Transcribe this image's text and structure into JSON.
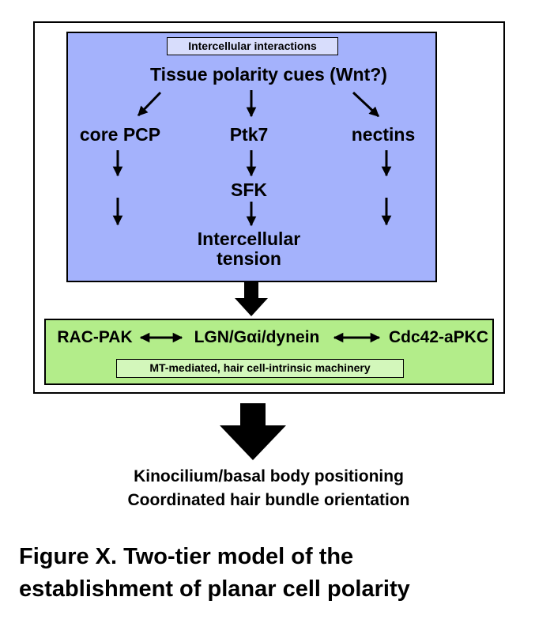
{
  "tier1": {
    "header": "Intercellular interactions",
    "cues": "Tissue polarity cues (Wnt?)",
    "core_pcp": "core PCP",
    "ptk7": "Ptk7",
    "nectins": "nectins",
    "sfk": "SFK",
    "tension_line1": "Intercellular",
    "tension_line2": "tension"
  },
  "tier2": {
    "rac_pak": "RAC-PAK",
    "lgn": "LGN/Gαi/dynein",
    "cdc42": "Cdc42-aPKC",
    "machinery": "MT-mediated, hair cell-intrinsic machinery"
  },
  "outcome": {
    "line1": "Kinocilium/basal body positioning",
    "line2": "Coordinated hair bundle orientation"
  },
  "caption": {
    "line1": "Figure X.  Two-tier model of the",
    "line2": "establishment of planar cell polarity"
  },
  "colors": {
    "tier1_fill": "#a4b2fc",
    "tier1_tag_fill": "#d8ddfc",
    "tier2_fill": "#b3ed8a",
    "tier2_tag_fill": "#d3f7bb",
    "arrow": "#000000"
  }
}
